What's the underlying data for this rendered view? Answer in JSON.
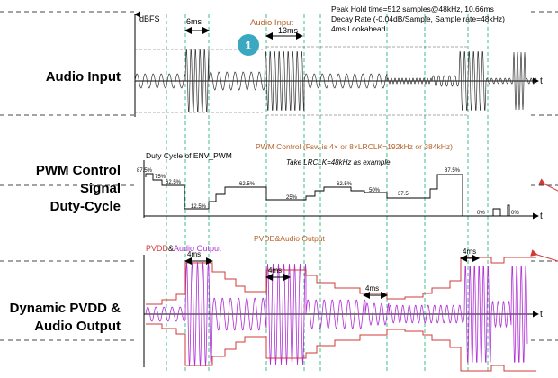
{
  "sections": {
    "audio_input": {
      "label": "Audio Input"
    },
    "pwm": {
      "label_lines": [
        "PWM Control",
        "Signal",
        "Duty-Cycle"
      ]
    },
    "dynamic": {
      "label_lines": [
        "Dynamic PVDD &",
        "Audio Output"
      ]
    }
  },
  "top_panel": {
    "ylabel": "dBFS",
    "axis_t": "t",
    "dim_6ms": "6ms",
    "dim_13ms": "13ms",
    "title": "Audio Input",
    "badge": "1",
    "notes": [
      "Peak Hold time=512 samples@48kHz, 10.66ms",
      "Decay Rate (-0.04dB/Sample, Sample rate=48kHz)",
      "4ms Lookahead"
    ]
  },
  "mid_panel": {
    "ylabel": "Duty Cycle of ENV_PWM",
    "title": "PWM Control (Fsw is 4× or 8×LRCLK=192kHz or 384kHz)",
    "subtitle": "Take LRCLK=48kHz as example",
    "axis_t": "t",
    "levels": [
      "87.5%",
      "75%",
      "62.5%",
      "12.5%",
      "62.5%",
      "25%",
      "62.5%",
      "50%",
      "37.5",
      "87.5%",
      "0%",
      "0%"
    ]
  },
  "bot_panel": {
    "title": "PVDD&Audio Output",
    "legend_pvdd": "PVDD",
    "legend_amp": "&",
    "legend_audio": "Audio Output",
    "axis_t": "t",
    "dims": [
      "4ms",
      "4ms",
      "4ms",
      "4ms"
    ]
  },
  "colors": {
    "accent_brown": "#b5612a",
    "pvdd_red": "#d23a3a",
    "audio_purple": "#b12fd6",
    "guide_green": "#3fbf8a",
    "badge_teal": "#3aa8c1"
  }
}
